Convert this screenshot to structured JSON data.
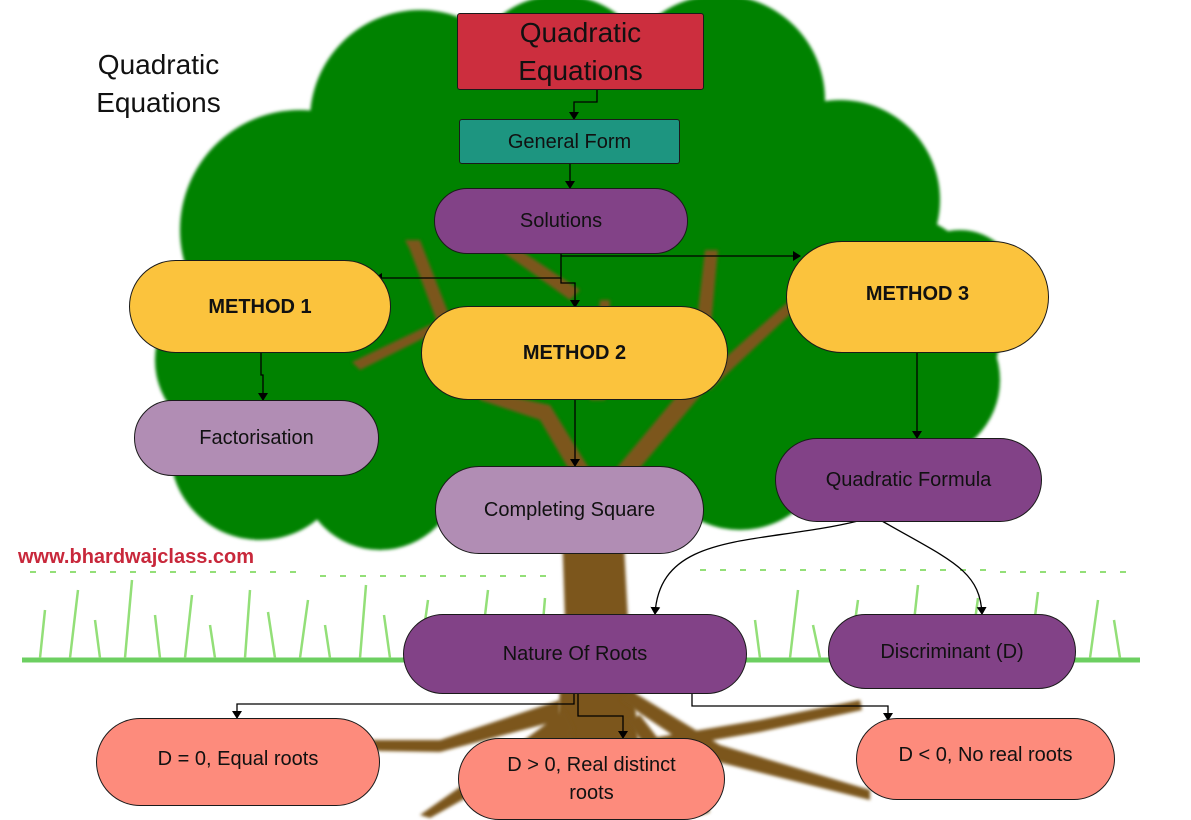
{
  "title": "Quadratic Equations",
  "side_title": "Quadratic\nEquations",
  "website": "www.bhardwajclass.com",
  "colors": {
    "root": "#cc2e3e",
    "general_form": "#1d9580",
    "purple": "#824287",
    "light_purple": "#b18db4",
    "method": "#fbc33d",
    "salmon": "#fd8b7c",
    "foliage": "#038203",
    "trunk": "#7b561c",
    "grass": "#5fcf3e",
    "website": "#c8283b"
  },
  "nodes": {
    "root": "Quadratic\nEquations",
    "general_form": "General Form",
    "solutions": "Solutions",
    "method1": "METHOD 1",
    "method2": "METHOD 2",
    "method3": "METHOD 3",
    "factorisation": "Factorisation",
    "completing_square": "Completing Square",
    "quadratic_formula": "Quadratic Formula",
    "nature_of_roots": "Nature Of Roots",
    "discriminant": "Discriminant (D)",
    "d_equal": "D = 0, Equal roots",
    "d_greater": "D > 0, Real distinct roots",
    "d_less": "D < 0, No real roots"
  },
  "edges": [
    [
      "root",
      "general_form"
    ],
    [
      "general_form",
      "solutions"
    ],
    [
      "solutions",
      "method1"
    ],
    [
      "solutions",
      "method2"
    ],
    [
      "solutions",
      "method3"
    ],
    [
      "method1",
      "factorisation"
    ],
    [
      "method2",
      "completing_square"
    ],
    [
      "method3",
      "quadratic_formula"
    ],
    [
      "quadratic_formula",
      "nature_of_roots"
    ],
    [
      "quadratic_formula",
      "discriminant"
    ],
    [
      "nature_of_roots",
      "d_equal"
    ],
    [
      "nature_of_roots",
      "d_greater"
    ],
    [
      "nature_of_roots",
      "d_less"
    ]
  ]
}
